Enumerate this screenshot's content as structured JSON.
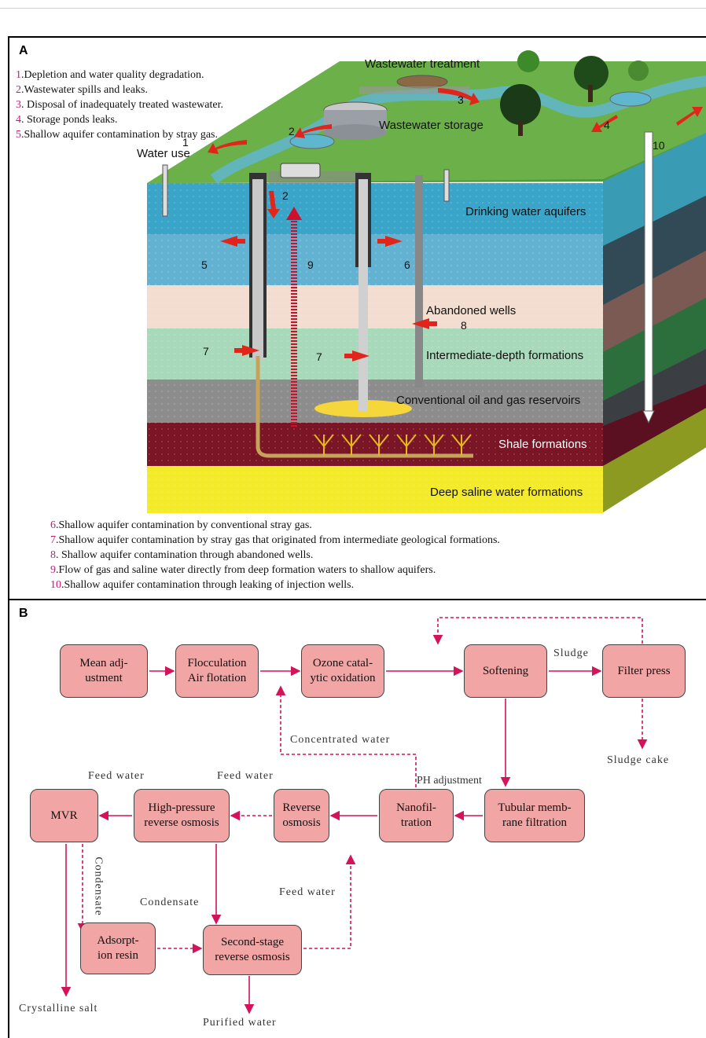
{
  "panel_a": {
    "label": "A",
    "legend_top": [
      {
        "num": "1",
        "text": ".Depletion and water quality degradation."
      },
      {
        "num": "2",
        "text": ".Wastewater spills and leaks."
      },
      {
        "num": "3",
        "text": ". Disposal of inadequately treated wastewater."
      },
      {
        "num": "4",
        "text": ". Storage ponds leaks."
      },
      {
        "num": "5",
        "text": ".Shallow aquifer contamination by stray gas."
      }
    ],
    "legend_bottom": [
      {
        "num": "6",
        "text": ".Shallow aquifer contamination by conventional stray gas."
      },
      {
        "num": "7",
        "text": ".Shallow aquifer contamination by  stray gas that originated from intermediate geological formations."
      },
      {
        "num": "8",
        "text": ". Shallow aquifer contamination through abandoned wells."
      },
      {
        "num": "9",
        "text": ".Flow of gas and saline water directly from deep formation waters to shallow aquifers."
      },
      {
        "num": "10",
        "text": ".Shallow aquifer contamination through leaking of injection wells."
      }
    ],
    "scene_labels": {
      "wastewater_treatment": "Wastewater treatment",
      "wastewater_storage": "Wastewater storage",
      "water_use": "Water use",
      "drinking_water": "Drinking water aquifers",
      "abandoned_wells": "Abandoned wells",
      "intermediate": "Intermediate-depth formations",
      "conventional": "Conventional oil and gas reservoirs",
      "shale": "Shale formations",
      "deep_saline": "Deep saline water formations"
    },
    "markers": {
      "m1": "1",
      "m2a": "2",
      "m2b": "2",
      "m3": "3",
      "m4": "4",
      "m5": "5",
      "m6": "6",
      "m7a": "7",
      "m7b": "7",
      "m8": "8",
      "m9": "9",
      "m10": "10"
    }
  },
  "panel_b": {
    "label": "B",
    "boxes": {
      "mean": "Mean adj-\nustment",
      "flocculation": "Flocculation\nAir flotation",
      "ozone": "Ozone catal-\nytic oxidation",
      "softening": "Softening",
      "filter_press": "Filter press",
      "mvr": "MVR",
      "hp_ro": "High-pressure\nreverse osmosis",
      "ro": "Reverse\nosmosis",
      "nanofiltration": "Nanofil-\ntration",
      "tubular": "Tubular memb-\nrane filtration",
      "adsorption": "Adsorpt-\nion resin",
      "second_ro": "Second-stage\nreverse osmosis"
    },
    "labels": {
      "sludge": "Sludge",
      "sludge_cake": "Sludge cake",
      "concentrated_water": "Concentrated water",
      "ph_adjustment": "PH adjustment",
      "feed_water_1": "Feed water",
      "feed_water_2": "Feed water",
      "feed_water_3": "Feed water",
      "condensate_v": "Condensate",
      "condensate_h": "Condensate",
      "crystalline_salt": "Crystalline salt",
      "purified_water": "Purified water"
    },
    "colors": {
      "box_fill": "#f2a5a5",
      "arrow": "#d4145a"
    }
  }
}
